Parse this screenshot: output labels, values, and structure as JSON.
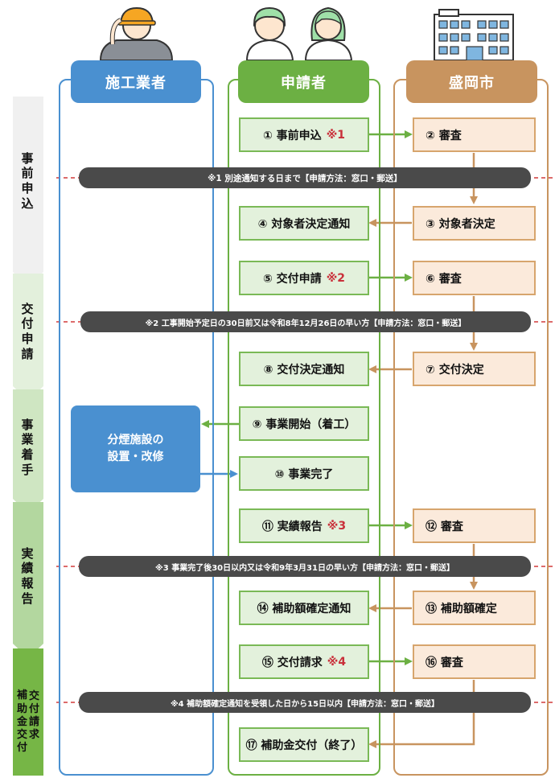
{
  "columns": {
    "contractor": "施工業者",
    "applicant": "申請者",
    "city": "盛岡市"
  },
  "phases": {
    "p1": [
      "事",
      "前",
      "申",
      "込"
    ],
    "p2": [
      "交",
      "付",
      "申",
      "請"
    ],
    "p3": [
      "事",
      "業",
      "着",
      "手"
    ],
    "p4": [
      "実",
      "績",
      "報",
      "告"
    ],
    "p5_right": [
      "交",
      "付",
      "請",
      "求"
    ],
    "p5_left": [
      "補",
      "助",
      "金",
      "交",
      "付"
    ]
  },
  "steps": {
    "s1": "① 事前申込",
    "s1_mark": "※1",
    "s2": "② 審査",
    "s3": "③ 対象者決定",
    "s4": "④ 対象者決定通知",
    "s5": "⑤ 交付申請",
    "s5_mark": "※2",
    "s6": "⑥ 審査",
    "s7": "⑦ 交付決定",
    "s8": "⑧ 交付決定通知",
    "s9": "⑨ 事業開始（着工）",
    "s10": "⑩ 事業完了",
    "s11": "⑪ 実績報告",
    "s11_mark": "※3",
    "s12": "⑫ 審査",
    "s13": "⑬ 補助額確定",
    "s14": "⑭ 補助額確定通知",
    "s15": "⑮ 交付請求",
    "s15_mark": "※4",
    "s16": "⑯ 審査",
    "s17": "⑰ 補助金交付（終了）"
  },
  "contractor_box": {
    "line1": "分煙施設の",
    "line2": "設置・改修"
  },
  "notes": {
    "n1": "※1 別途通知する日まで【申請方法：窓口・郵送】",
    "n2": "※2 工事開始予定日の30日前又は令和8年12月26日の早い方【申請方法：窓口・郵送】",
    "n3": "※3 事業完了後30日以内又は令和9年3月31日の早い方【申請方法：窓口・郵送】",
    "n4": "※4 補助額確定通知を受領した日から15日以内【申請方法：窓口・郵送】"
  },
  "colors": {
    "contractor": "#4a90d0",
    "applicant": "#6cb043",
    "city": "#c8945f",
    "green_step_fill": "#e3f1dc",
    "orange_step_fill": "#fbeadb",
    "note_bar": "#4a4a4a",
    "mark_red": "#c9303a"
  }
}
